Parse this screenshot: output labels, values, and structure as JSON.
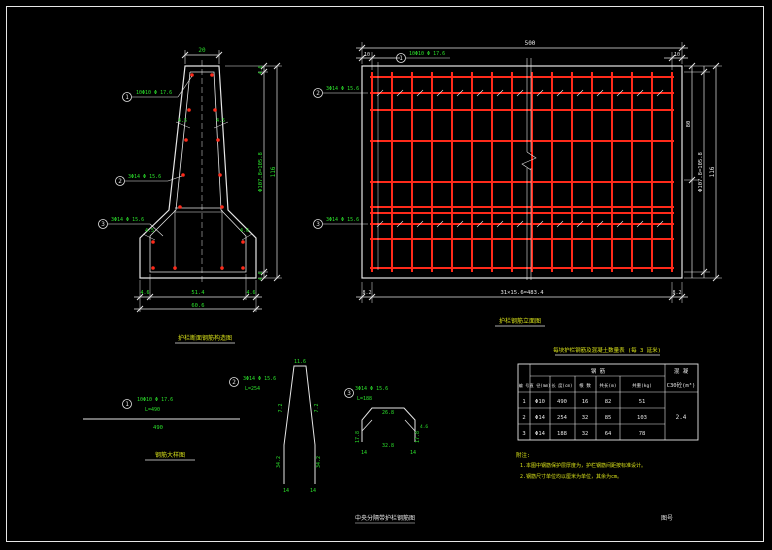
{
  "drawing": {
    "section_view": {
      "top_width": "20",
      "height": "116",
      "rebar_height": "Φ107.8=105.8",
      "bottom_widths": [
        "4.6",
        "51.4",
        "4.6"
      ],
      "bottom_total": "60.6",
      "small_dims": [
        "4.6",
        "4.6",
        "4.5",
        "4.5",
        "4.5",
        "4.6"
      ],
      "callouts": [
        {
          "num": "1",
          "text": "10Φ10 Φ 17.6"
        },
        {
          "num": "2",
          "text": "3Φ14 Φ 15.6"
        },
        {
          "num": "3",
          "text": "3Φ14 Φ 15.6"
        }
      ],
      "caption": "护栏断面钢筋构造图"
    },
    "elevation_view": {
      "top_dims": [
        "10",
        "500",
        "10"
      ],
      "height": "116",
      "inner_height": "80",
      "rebar_height": "Φ107.8=105.8",
      "bottom_dims": [
        "8.2",
        "31×15.6=483.4",
        "8.2"
      ],
      "callouts": [
        {
          "num": "1",
          "text": "10Φ10 Φ 17.6"
        },
        {
          "num": "2",
          "text": "3Φ14 Φ 15.6"
        },
        {
          "num": "3",
          "text": "3Φ14 Φ 15.6"
        }
      ],
      "caption": "护栏钢筋立面图"
    },
    "bar1_detail": {
      "num": "1",
      "label": "10Φ10 Φ 17.6",
      "length_label": "L=490",
      "length": "490",
      "caption": "钢筋大样图"
    },
    "bar2_detail": {
      "num": "2",
      "label": "3Φ14 Φ 15.6",
      "length_label": "L=254",
      "top": "11.6",
      "side_left": "7.2",
      "side_right": "7.2",
      "lower_left": "34.2",
      "lower_right": "34.2",
      "bottom_left": "14",
      "bottom_right": "14"
    },
    "bar3_detail": {
      "num": "3",
      "label": "3Φ14 Φ 15.6",
      "length_label": "L=188",
      "top": "26.8",
      "side_left": "17.8",
      "side_right": "17.8",
      "bottom": "32.8",
      "foot_left": "14",
      "foot_right": "14",
      "small": "4.6"
    },
    "table": {
      "title": "每块护栏钢筋及混凝土数量表 (每 3 延米)",
      "head_group": "钢  筋",
      "head_concrete": "混  凝",
      "columns": [
        "编 号",
        "直 径(mm)",
        "长 度(cm)",
        "根 数",
        "共长(m)",
        "共重(kg)",
        "C30砼(m³)"
      ],
      "rows": [
        [
          "1",
          "Φ10",
          "490",
          "16",
          "82",
          "51"
        ],
        [
          "2",
          "Φ14",
          "254",
          "32",
          "85",
          "103"
        ],
        [
          "3",
          "Φ14",
          "188",
          "32",
          "64",
          "78"
        ]
      ],
      "concrete": "2.4"
    },
    "notes": {
      "heading": "附注:",
      "items": [
        "1.本图中钢筋保护层厚度为，护栏钢筋间距按标准设计。",
        "2.钢筋尺寸单位均以厘米为单位，其余为cm。"
      ]
    },
    "sheet_title": "中央分隔带护栏钢筋图",
    "sheet_label": "图号"
  },
  "colors": {
    "background": "#000000",
    "line": "#e6e6e6",
    "rebar": "#ff2a1a",
    "dimension": "#2be02b",
    "label": "#d9e21a"
  }
}
